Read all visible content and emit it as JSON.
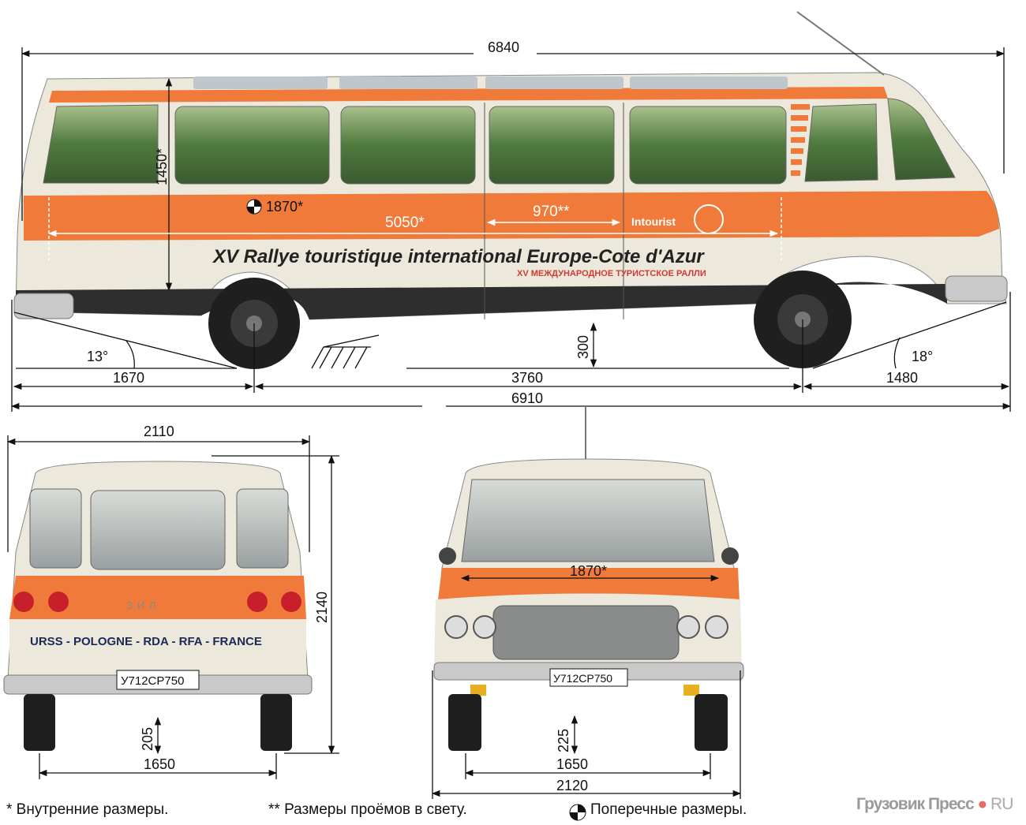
{
  "side_view": {
    "overall_length": "6840",
    "interior_height": "1450*",
    "transverse_1870": "1870*",
    "interior_length": "5050*",
    "door_opening": "970**",
    "front_overhang": "1670",
    "wheelbase": "3760",
    "rear_overhang": "1480",
    "total_length": "6910",
    "ground_clearance": "300",
    "approach_angle": "13°",
    "departure_angle": "18°",
    "livery_text": "XV Rallye touristique international Europe-Cote d'Azur",
    "livery_text_ru": "XV МЕЖДУНАРОДНОЕ ТУРИСТСКОЕ РАЛЛИ",
    "brand_text": "Intourist"
  },
  "rear_view": {
    "width": "2110",
    "height": "2140",
    "clearance": "205",
    "track": "1650",
    "route_text": "URSS - POLOGNE - RDA - RFA - FRANCE",
    "plate": "У712СР750",
    "badge": "ЗИЛ"
  },
  "front_view": {
    "interior_width": "1870*",
    "clearance": "225",
    "track": "1650",
    "width": "2120",
    "plate": "У712СР750"
  },
  "legend": {
    "note_1": "* Внутренние размеры.",
    "note_2": "** Размеры проёмов в свету.",
    "note_3": "Поперечные размеры."
  },
  "watermark": {
    "name": "Грузовик Пресс",
    "dot": "●",
    "domain": "RU"
  },
  "colors": {
    "orange": "#f07a3a",
    "cream": "#ece8dc",
    "dark": "#2e2e2e",
    "glass": "#5d7f4a"
  }
}
